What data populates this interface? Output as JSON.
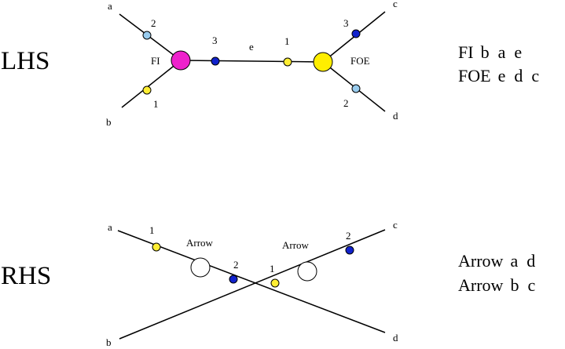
{
  "lhs": {
    "section_label": "LHS",
    "external_legs": [
      "a",
      "b",
      "c",
      "d"
    ],
    "internal_edge": "e",
    "vertices": [
      {
        "name": "FI",
        "color": "#ee22cc"
      },
      {
        "name": "FOE",
        "color": "#ffee00"
      }
    ],
    "port_numbers": [
      "2",
      "1",
      "3",
      "1",
      "3",
      "2"
    ],
    "port_colors": {
      "one": "#ffee33",
      "two": "#99ccee",
      "three": "#1122cc"
    },
    "rules": [
      {
        "vertex": "FI",
        "args": "b  a  e"
      },
      {
        "vertex": "FOE",
        "args": "e  d  c"
      }
    ]
  },
  "rhs": {
    "section_label": "RHS",
    "external_legs": [
      "a",
      "b",
      "c",
      "d"
    ],
    "vertices": [
      {
        "name": "Arrow",
        "color": "#ffffff"
      },
      {
        "name": "Arrow",
        "color": "#ffffff"
      }
    ],
    "port_numbers": [
      "1",
      "2",
      "1",
      "2"
    ],
    "rules": [
      {
        "vertex": "Arrow",
        "args": "a  d"
      },
      {
        "vertex": "Arrow",
        "args": "b  c"
      }
    ]
  }
}
